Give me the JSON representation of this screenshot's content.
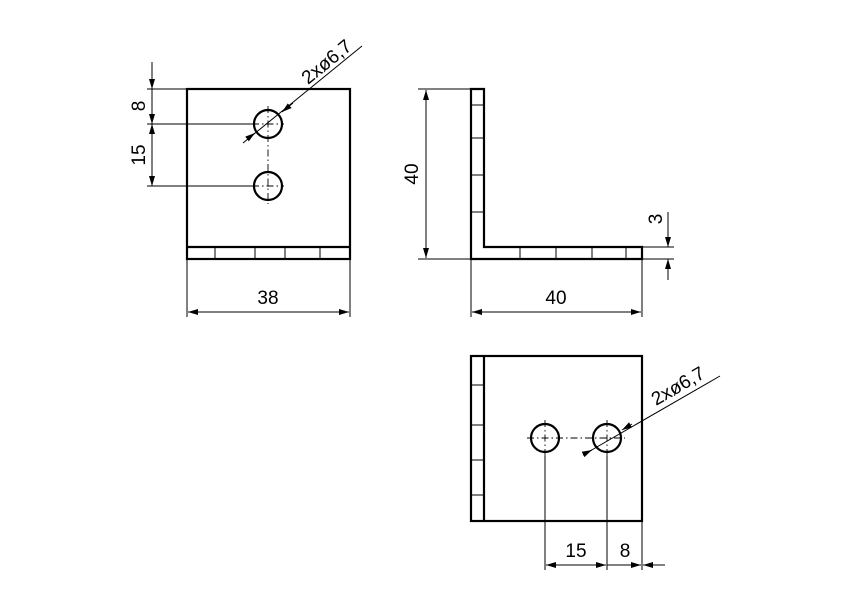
{
  "front_view": {
    "hole_callout": "2xø6,7",
    "dim_top_offset": "8",
    "dim_hole_spacing": "15",
    "dim_width": "38"
  },
  "side_view": {
    "dim_height": "40",
    "dim_thickness": "3",
    "dim_leg_length": "40"
  },
  "bottom_view": {
    "hole_callout": "2xø6,7",
    "dim_hole_spacing": "15",
    "dim_edge_offset": "8"
  }
}
